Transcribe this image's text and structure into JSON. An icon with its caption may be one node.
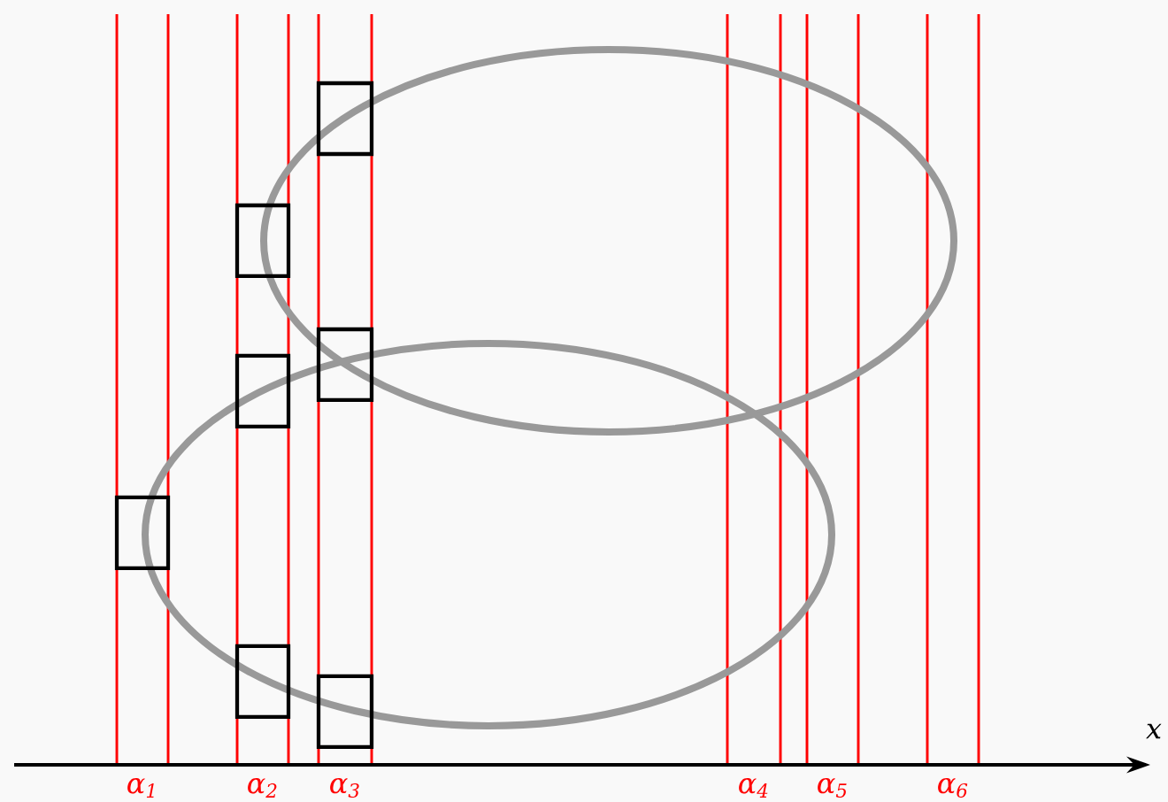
{
  "diagram": {
    "labels": [
      "x",
      "α$_{1}$",
      "α$_{2}$",
      "α$_{3}$",
      "α$_{4}$",
      "α$_{5}$",
      "α$_{6}$"
    ]
  }
}
